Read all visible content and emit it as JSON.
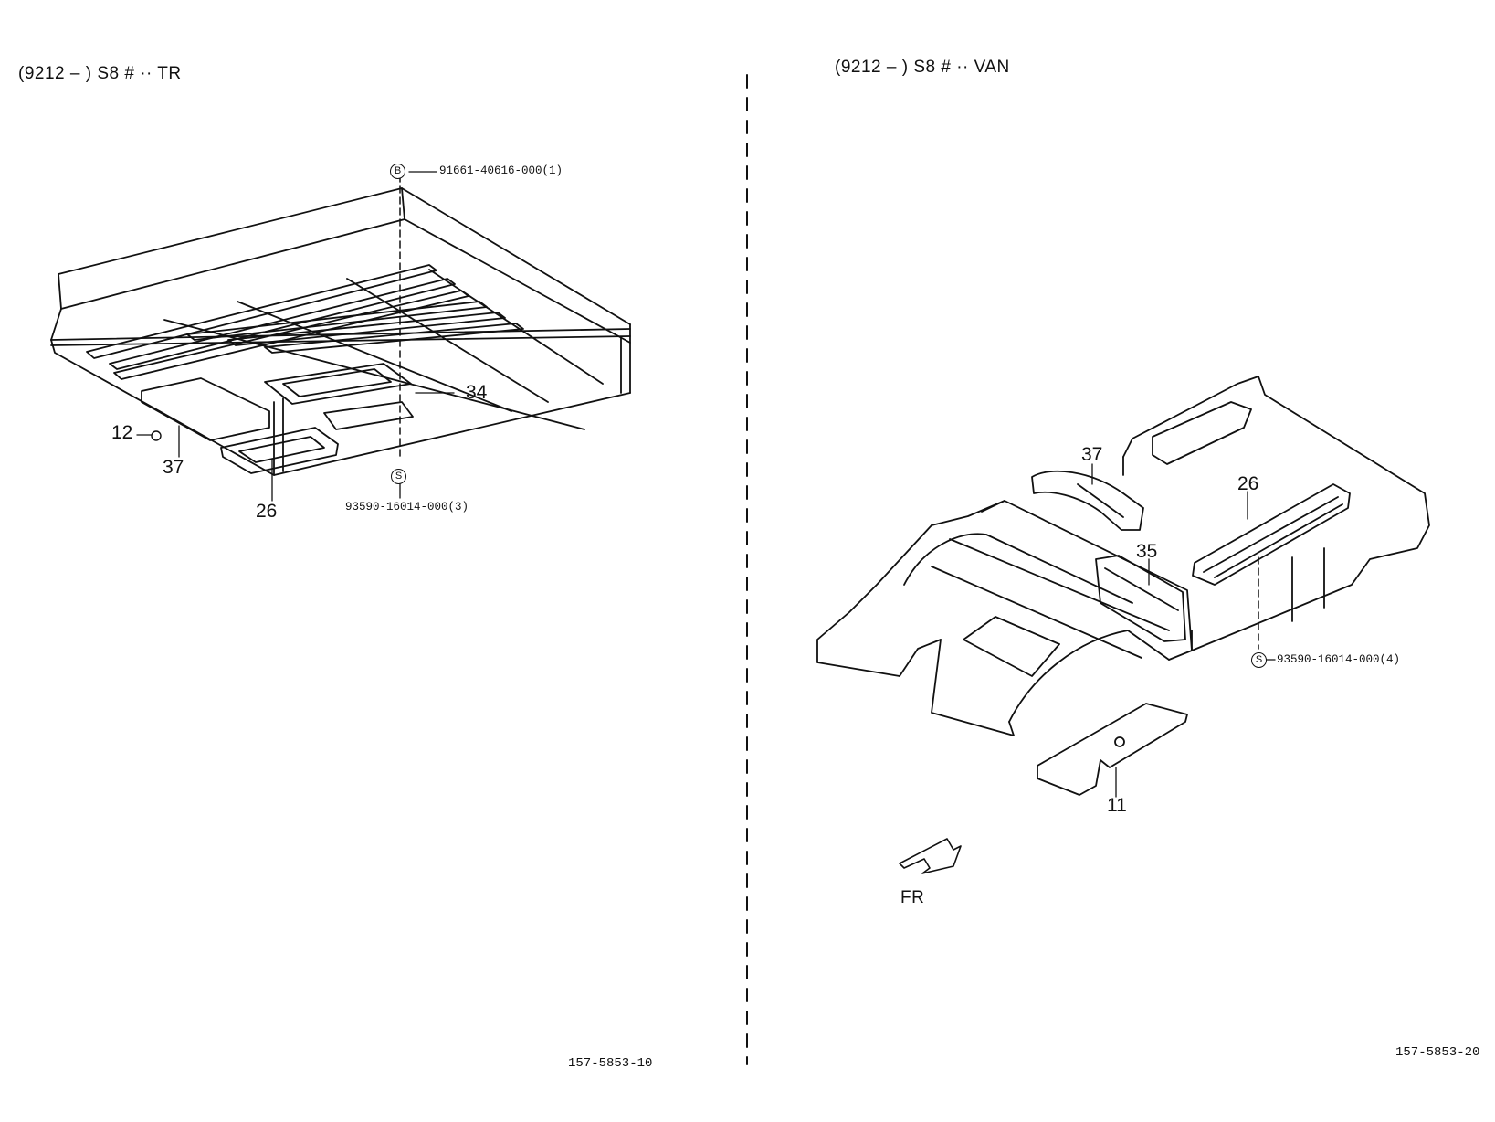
{
  "left_panel": {
    "header": "(9212 –       ) S8 # ·· TR",
    "callouts": {
      "c12": "12",
      "c37": "37",
      "c26": "26",
      "c34": "34"
    },
    "parts": {
      "top_symbol": "B",
      "top_part": "91661-40616-000(1)",
      "bottom_symbol": "S",
      "bottom_part": "93590-16014-000(3)"
    },
    "doc_number": "157-5853-10"
  },
  "right_panel": {
    "header": "(9212 –       ) S8 # ·· VAN",
    "callouts": {
      "c37": "37",
      "c26": "26",
      "c35": "35",
      "c11": "11"
    },
    "parts": {
      "symbol": "S",
      "part": "93590-16014-000(4)"
    },
    "direction_label": "FR",
    "doc_number": "157-5853-20"
  },
  "colors": {
    "ink": "#111111",
    "paper": "#ffffff"
  }
}
